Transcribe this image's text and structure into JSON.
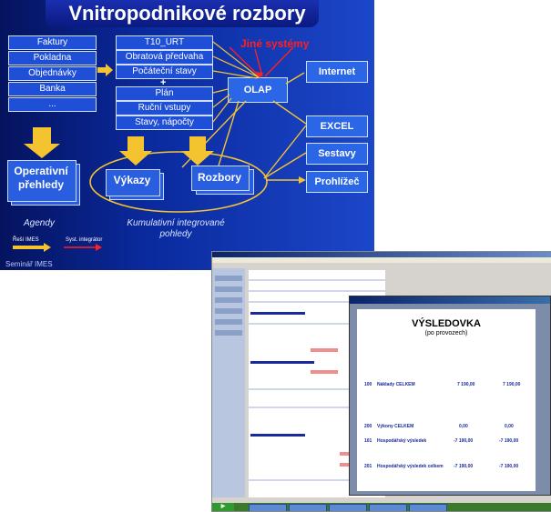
{
  "title": "Vnitropodnikové rozbory",
  "sources": [
    "Faktury",
    "Pokladna",
    "Objednávky",
    "Banka",
    "..."
  ],
  "middle": [
    "T10_URT",
    "Obratová předvaha",
    "Počáteční stavy",
    "+",
    "Plán",
    "Ruční vstupy",
    "Stavy, nápočty"
  ],
  "other_systems": "Jiné systémy",
  "olap": "OLAP",
  "outputs": [
    "Internet",
    "EXCEL",
    "Sestavy",
    "Prohlížeč"
  ],
  "big_boxes": {
    "operativni": "Operativní přehledy",
    "vykazy": "Výkazy",
    "rozbory": "Rozbory"
  },
  "agendy": "Agendy",
  "kumulativni": "Kumulativní integrované pohledy",
  "legend": {
    "item1": "Řeší IMES",
    "item2": "Syst. integrátor"
  },
  "footer": "Seminář IMES",
  "report": {
    "title": "VÝSLEDOVKA",
    "subtitle": "(po provozech)",
    "lines": [
      {
        "code": "100",
        "label": "Náklady CELKEM",
        "v1": "7 190,00",
        "v2": "7 190,00"
      },
      {
        "code": "200",
        "label": "Výkony CELKEM",
        "v1": "0,00",
        "v2": "0,00"
      },
      {
        "code": "101",
        "label": "Hospodářský výsledek",
        "v1": "-7 190,00",
        "v2": "-7 190,00"
      },
      {
        "code": "201",
        "label": "Hospodářský výsledek celkem",
        "v1": "-7 190,00",
        "v2": "-7 190,00"
      }
    ]
  },
  "colors": {
    "slide_bg": "#0a2a9e",
    "arrow_yellow": "#f4c430",
    "red_text": "#ff2020"
  }
}
